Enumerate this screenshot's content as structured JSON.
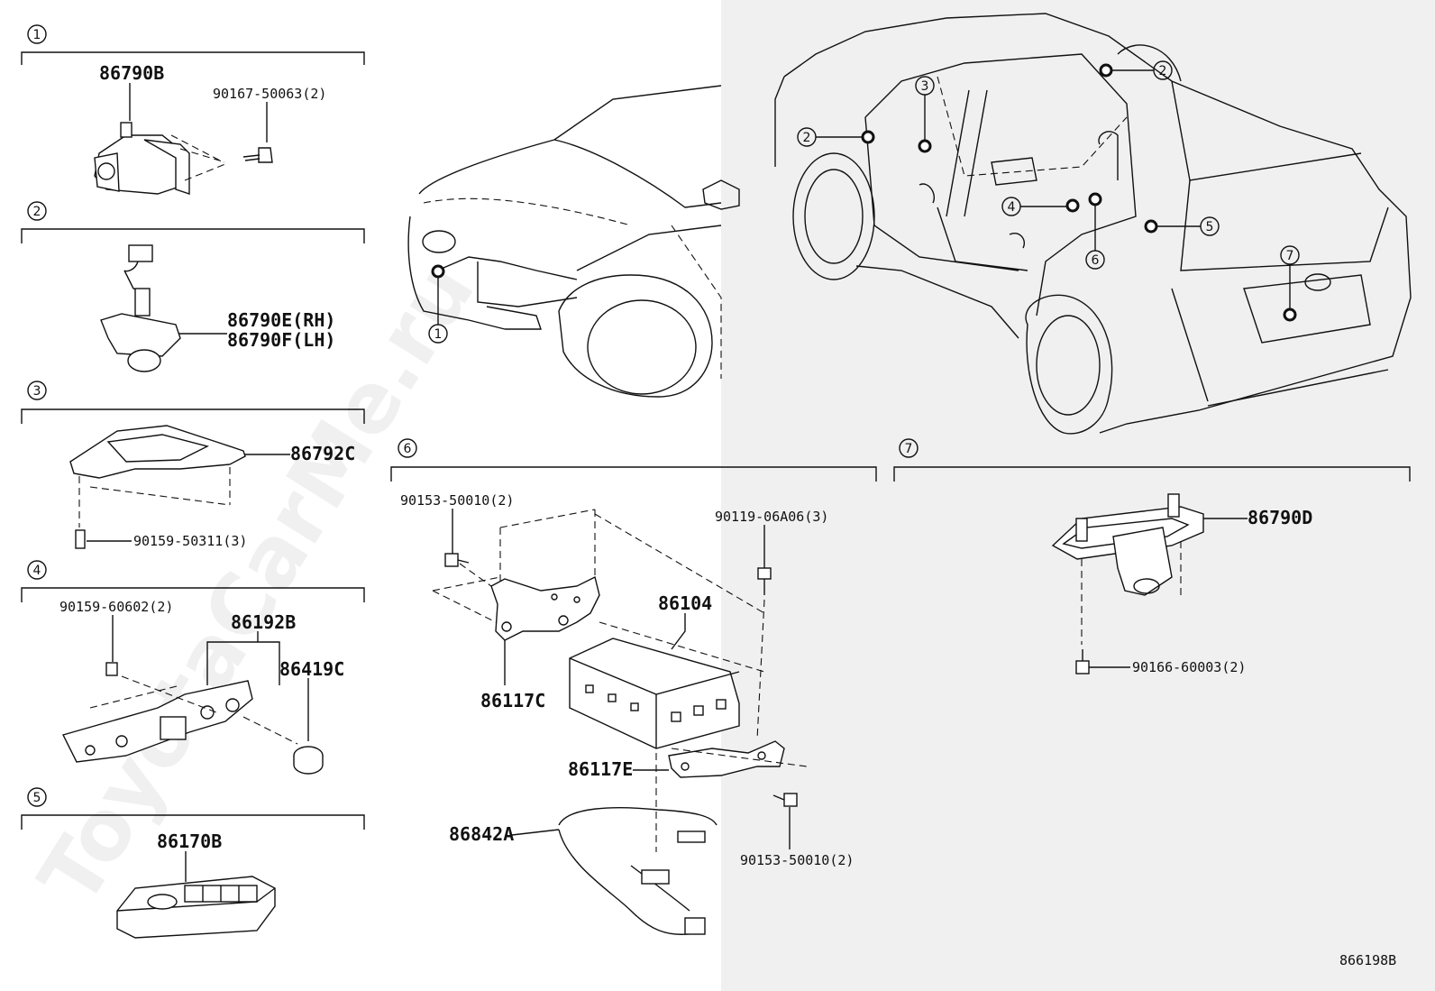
{
  "watermark": "ToyotaCarMe.ru",
  "diagram_code": "866198B",
  "sections": [
    {
      "num": "1",
      "parts": [
        "86790B"
      ],
      "fasteners": [
        "90167-50063(2)"
      ]
    },
    {
      "num": "2",
      "parts": [
        "86790E(RH)",
        "86790F(LH)"
      ],
      "fasteners": []
    },
    {
      "num": "3",
      "parts": [
        "86792C"
      ],
      "fasteners": [
        "90159-50311(3)"
      ]
    },
    {
      "num": "4",
      "parts": [
        "86192B",
        "86419C"
      ],
      "fasteners": [
        "90159-60602(2)"
      ]
    },
    {
      "num": "5",
      "parts": [
        "86170B"
      ],
      "fasteners": []
    },
    {
      "num": "6",
      "parts": [
        "86104",
        "86117C",
        "86117E",
        "86842A"
      ],
      "fasteners": [
        "90153-50010(2)",
        "90119-06A06(3)",
        "90153-50010(2)"
      ]
    },
    {
      "num": "7",
      "parts": [
        "86790D"
      ],
      "fasteners": [
        "90166-60003(2)"
      ]
    }
  ],
  "vehicle_callouts": [
    "1",
    "2",
    "2",
    "3",
    "4",
    "5",
    "6",
    "7"
  ]
}
